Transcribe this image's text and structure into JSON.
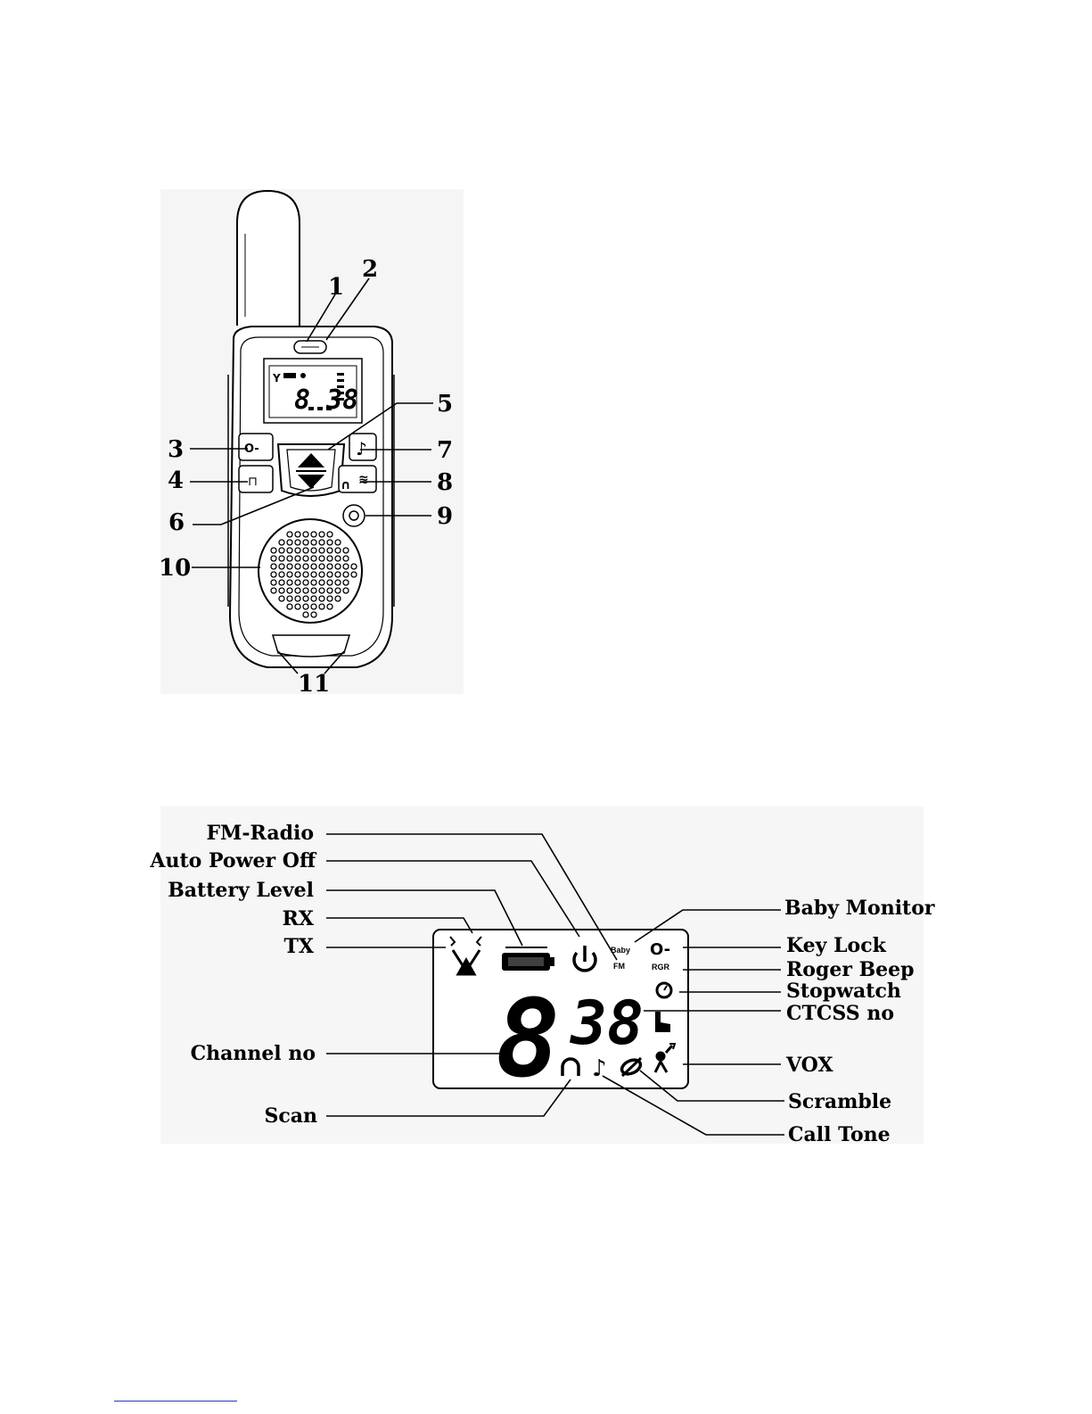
{
  "radio_diagram": {
    "callouts": [
      "1",
      "2",
      "3",
      "4",
      "5",
      "6",
      "7",
      "8",
      "9",
      "10",
      "11"
    ],
    "lcd_sample": "8 38"
  },
  "lcd_diagram": {
    "labels_left": [
      "FM-Radio",
      "Auto Power Off",
      "Battery Level",
      "RX",
      "TX",
      "Channel no",
      "Scan"
    ],
    "labels_right": [
      "Baby Monitor",
      "Key Lock",
      "Roger Beep",
      "Stopwatch",
      "CTCSS no",
      "VOX",
      "Scramble",
      "Call Tone"
    ],
    "display": {
      "channel_digit": "8",
      "ctcss_digits": "38",
      "baby_text": "Baby",
      "fm_text": "FM",
      "rgr_text": "RGR",
      "key_text": "O-"
    }
  },
  "colors": {
    "ink": "#000000",
    "background": "#ffffff",
    "panel": "#f4f4f4",
    "footer_rule": "#2040c0"
  },
  "icons": [
    "antenna-icon",
    "battery-icon",
    "power-icon",
    "key-icon",
    "stopwatch-icon",
    "hand-icon",
    "vox-icon",
    "scan-icon",
    "music-note-icon",
    "scramble-icon",
    "speaker-grille"
  ]
}
